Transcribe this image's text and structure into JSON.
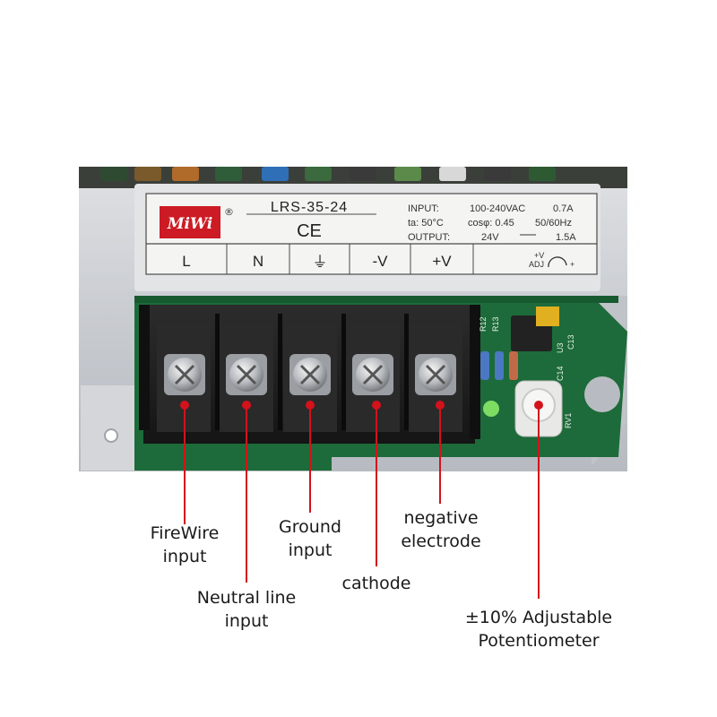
{
  "label_plate": {
    "brand": "MiWi",
    "registered_mark": "®",
    "model": "LRS-35-24",
    "certification": "CE",
    "spec_lines": [
      {
        "left": "INPUT:",
        "mid": "100-240VAC",
        "right": "0.7A"
      },
      {
        "left": "ta: 50°C",
        "mid": "cosφ: 0.45",
        "right": "50/60Hz"
      },
      {
        "left": "OUTPUT:",
        "mid": "24V",
        "right": "1.5A"
      }
    ],
    "terminal_labels": [
      "L",
      "N",
      "⏚",
      "-V",
      "+V"
    ],
    "adjust_label": {
      "top": "+V",
      "bottom": "ADJ",
      "sign_plus": "+"
    }
  },
  "pcb_markings": [
    "R12",
    "R13",
    "C13",
    "C14",
    "U3",
    "RV1"
  ],
  "callouts": [
    {
      "line1": "FireWire",
      "line2": "input"
    },
    {
      "line1": "Neutral line",
      "line2": "input"
    },
    {
      "line1": "Ground",
      "line2": "input"
    },
    {
      "line1": "cathode",
      "line2": ""
    },
    {
      "line1": "negative",
      "line2": "electrode"
    },
    {
      "line1": "±10% Adjustable",
      "line2": "Potentiometer"
    }
  ],
  "colors": {
    "background": "#ffffff",
    "chassis": "#c9ccd0",
    "pcb": "#1d6b3a",
    "terminal_block": "#1e1e1e",
    "label_plate": "#f4f4f2",
    "brand_red": "#cc1b24",
    "leader_line": "#d3121c",
    "text": "#1a1a1a"
  }
}
